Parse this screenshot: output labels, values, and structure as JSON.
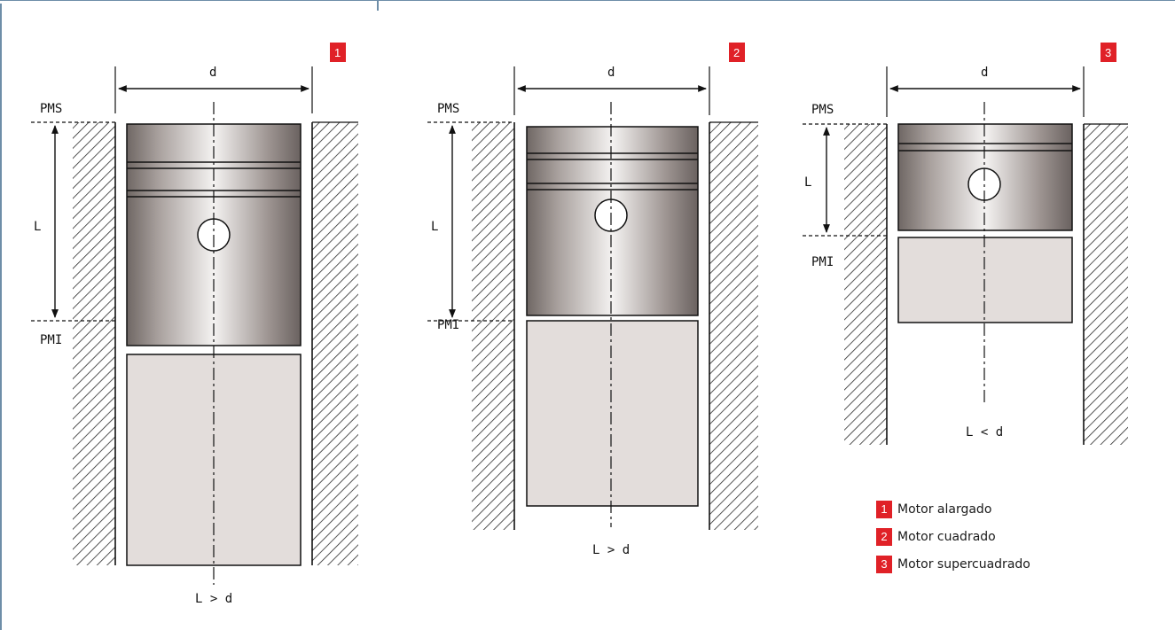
{
  "figures": [
    {
      "number": "1",
      "diameter_label": "d",
      "stroke_label": "L",
      "pmi_label": "PMS",
      "pmb_label": "PMI",
      "relation": "L > d"
    },
    {
      "number": "2",
      "diameter_label": "d",
      "stroke_label": "L",
      "pmi_label": "PMS",
      "pmb_label": "PMI",
      "relation": "L > d"
    },
    {
      "number": "3",
      "diameter_label": "d",
      "stroke_label": "L",
      "pmi_label": "PMS",
      "pmb_label": "PMI",
      "relation": "L < d"
    }
  ],
  "legend": [
    {
      "number": "1",
      "text": "Motor alargado"
    },
    {
      "number": "2",
      "text": "Motor cuadrado"
    },
    {
      "number": "3",
      "text": "Motor supercuadrado"
    }
  ],
  "colors": {
    "badge": "#e02127",
    "frame": "#6e8ea8",
    "piston_light": "#f2f0ef",
    "piston_dark": "#6f6764",
    "rod_fill": "#e3dddb",
    "line": "#111111"
  }
}
